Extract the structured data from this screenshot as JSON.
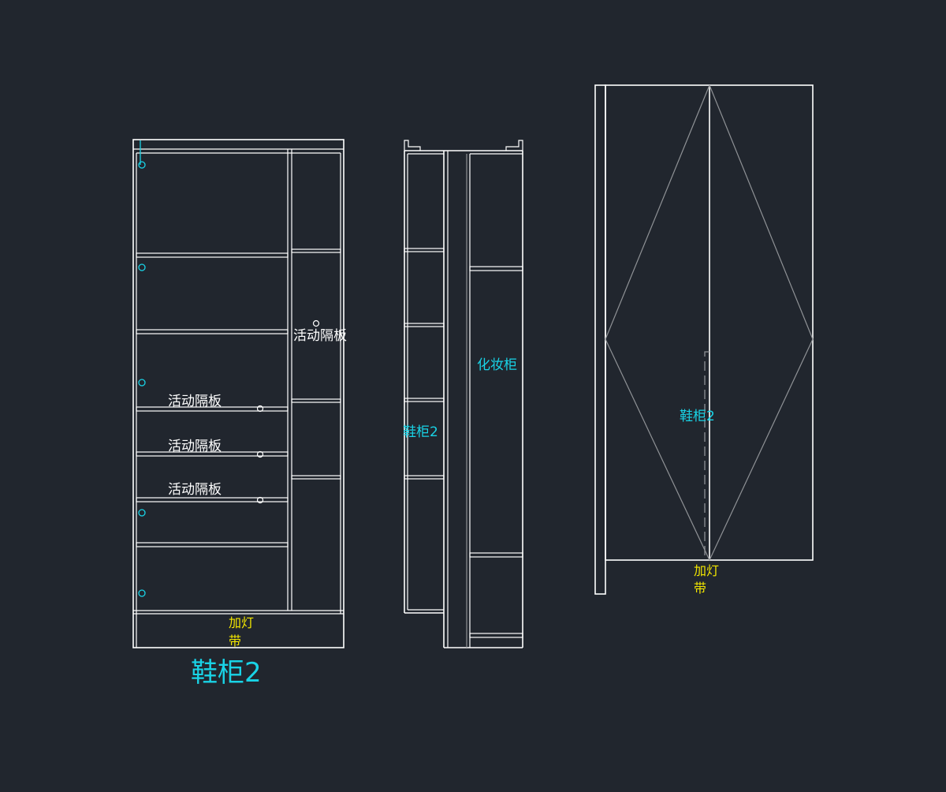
{
  "colors": {
    "background": "#21262e",
    "line": "#ffffff",
    "gray_line": "#8f9296",
    "cyan_text": "#19d3e6",
    "yellow_text": "#f2e600"
  },
  "front_view": {
    "title": "鞋柜2",
    "shelf_labels": [
      "活动隔板",
      "活动隔板",
      "活动隔板"
    ],
    "side_shelf_label": "活动隔板",
    "light_label_line1": "加灯",
    "light_label_line2": "带"
  },
  "side_view": {
    "left_label": "鞋柜2",
    "right_label": "化妆柜"
  },
  "door_view": {
    "label": "鞋柜2",
    "light_label_line1": "加灯",
    "light_label_line2": "带"
  }
}
